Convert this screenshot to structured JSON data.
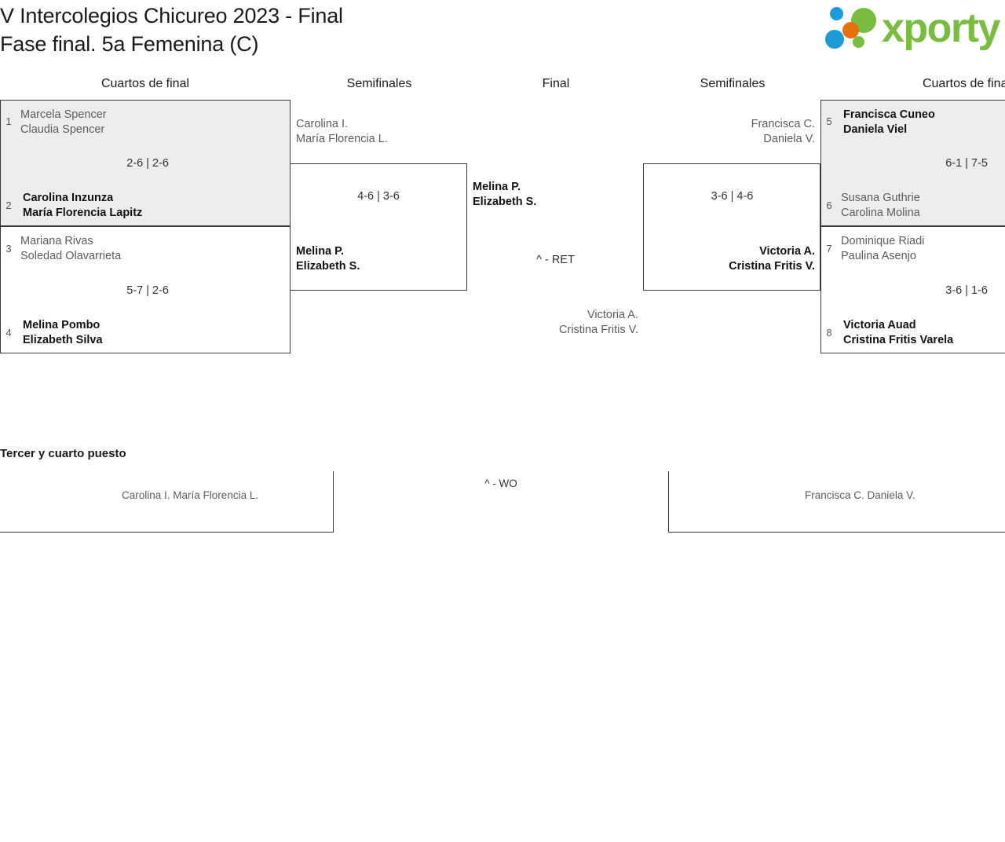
{
  "header": {
    "title_line1": "V Intercolegios Chicureo 2023 - Final",
    "title_line2": "Fase final. 5a Femenina (C)"
  },
  "logo": {
    "text": "xporty",
    "colors": {
      "green": "#78bd3f",
      "blue": "#1b9cd8",
      "orange": "#e8700a"
    },
    "dots": [
      "blue-small-dot",
      "green-large-dot",
      "orange-dot",
      "blue-medium-dot",
      "green-small-dot"
    ]
  },
  "rounds": {
    "qf_left": "Cuartos de final",
    "sf_left": "Semifinales",
    "final": "Final",
    "sf_right": "Semifinales",
    "qf_right": "Cuartos de final"
  },
  "bracket": {
    "qf_left": [
      {
        "score": "2-6 | 2-6",
        "top": {
          "seed": "1",
          "line1": "Marcela Spencer",
          "line2": "Claudia Spencer",
          "result": "loser"
        },
        "bottom": {
          "seed": "2",
          "line1": "Carolina Inzunza",
          "line2": "María Florencia Lapitz",
          "result": "winner"
        }
      },
      {
        "score": "5-7 | 2-6",
        "top": {
          "seed": "3",
          "line1": "Mariana Rivas",
          "line2": "Soledad Olavarrieta",
          "result": "loser"
        },
        "bottom": {
          "seed": "4",
          "line1": "Melina Pombo",
          "line2": "Elizabeth Silva",
          "result": "winner"
        }
      }
    ],
    "sf_left": {
      "score": "4-6 | 3-6",
      "top": {
        "line1": "Carolina I.",
        "line2": "María Florencia L.",
        "result": "loser"
      },
      "bottom": {
        "line1": "Melina P.",
        "line2": "Elizabeth S.",
        "result": "winner"
      }
    },
    "final": {
      "score": "^ - RET",
      "top": {
        "line1": "Melina P.",
        "line2": "Elizabeth S.",
        "result": "winner"
      },
      "bottom": {
        "line1": "Victoria A.",
        "line2": "Cristina Fritis V.",
        "result": "loser"
      }
    },
    "sf_right": {
      "score": "3-6 | 4-6",
      "top": {
        "line1": "Francisca C.",
        "line2": "Daniela V.",
        "result": "loser"
      },
      "bottom": {
        "line1": "Victoria A.",
        "line2": "Cristina Fritis V.",
        "result": "winner"
      }
    },
    "qf_right": [
      {
        "score": "6-1 | 7-5",
        "top": {
          "seed": "5",
          "line1": "Francisca Cuneo",
          "line2": "Daniela Viel",
          "result": "winner"
        },
        "bottom": {
          "seed": "6",
          "line1": "Susana Guthrie",
          "line2": "Carolina Molina",
          "result": "loser"
        }
      },
      {
        "score": "3-6 | 1-6",
        "top": {
          "seed": "7",
          "line1": "Dominique Riadi",
          "line2": "Paulina Asenjo",
          "result": "loser"
        },
        "bottom": {
          "seed": "8",
          "line1": "Victoria Auad",
          "line2": "Cristina Fritis Varela",
          "result": "winner"
        }
      }
    ]
  },
  "third_place": {
    "heading": "Tercer y cuarto puesto",
    "score": "^ - WO",
    "left_team": {
      "line1": "Carolina I.",
      "line2": "María Florencia L."
    },
    "right_team": {
      "line1": "Francisca C.",
      "line2": "Daniela V."
    }
  }
}
